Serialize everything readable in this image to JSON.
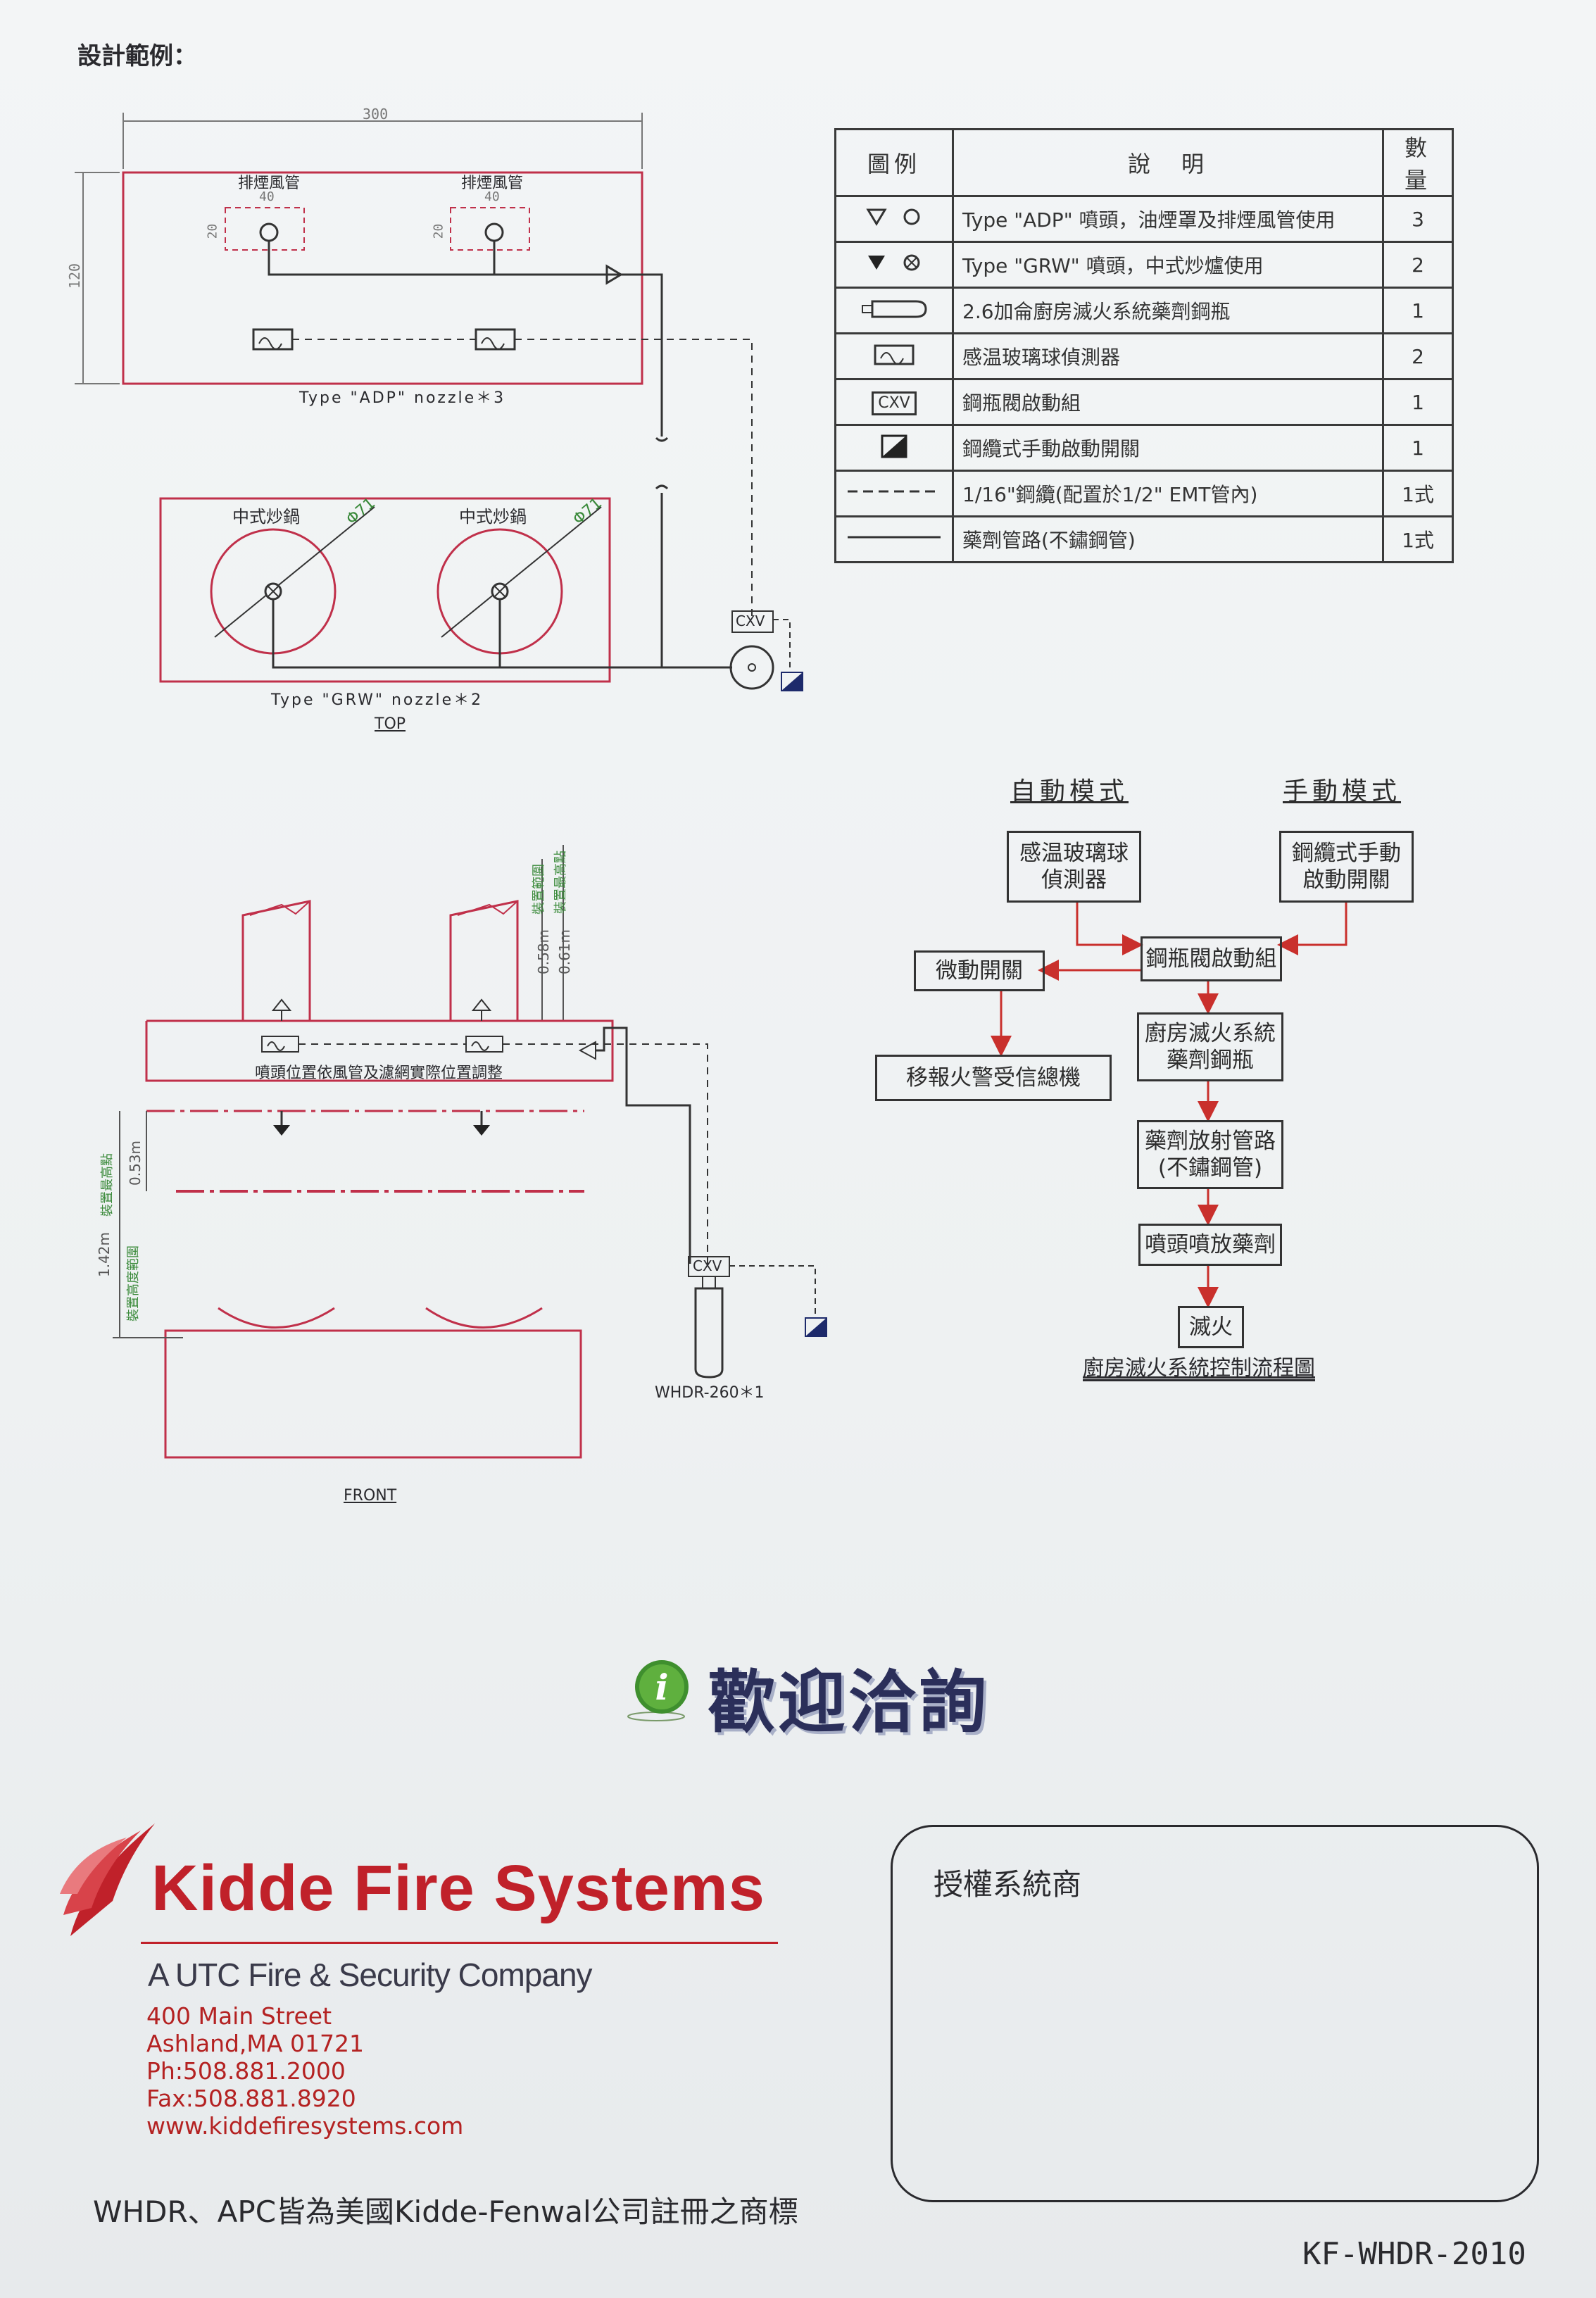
{
  "page": {
    "heading": "設計範例：",
    "doc_code": "KF-WHDR-2010"
  },
  "top_view": {
    "dim_width": "300",
    "dim_height": "120",
    "hood1_label": "排煙風管",
    "hood2_label": "排煙風管",
    "duct_w1": "40",
    "duct_w2": "40",
    "duct_h1": "20",
    "duct_h2": "20",
    "adp_caption": "Type \"ADP\" nozzle＊3",
    "wok1_label": "中式炒鍋",
    "wok2_label": "中式炒鍋",
    "wok1_dia": "Φ71",
    "wok2_dia": "Φ71",
    "grw_caption": "Type \"GRW\" nozzle＊2",
    "cxv_label": "CXV",
    "view_label": "TOP"
  },
  "legend": {
    "headers": {
      "symbol": "圖例",
      "desc": "說　明",
      "qty": "數量"
    },
    "rows": [
      {
        "symbol": "open-triangle-circle-icon",
        "desc": "Type \"ADP\" 噴頭，油煙罩及排煙風管使用",
        "qty": "3"
      },
      {
        "symbol": "filled-triangle-cross-circle-icon",
        "desc": "Type \"GRW\" 噴頭，中式炒爐使用",
        "qty": "2"
      },
      {
        "symbol": "cylinder-icon",
        "desc": "2.6加侖廚房滅火系統藥劑鋼瓶",
        "qty": "1"
      },
      {
        "symbol": "detector-icon",
        "desc": "感温玻璃球偵測器",
        "qty": "2"
      },
      {
        "symbol": "cxv-icon",
        "desc": "鋼瓶閥啟動組",
        "qty": "1",
        "symbol_text": "CXV"
      },
      {
        "symbol": "manual-pull-icon",
        "desc": "鋼纜式手動啟動開關",
        "qty": "1"
      },
      {
        "symbol": "dashed-line-icon",
        "desc": "1/16\"鋼纜(配置於1/2\" EMT管內)",
        "qty": "1式"
      },
      {
        "symbol": "solid-line-icon",
        "desc": "藥劑管路(不鏽鋼管)",
        "qty": "1式"
      }
    ]
  },
  "front_view": {
    "note": "噴頭位置依風管及濾網實際位置調整",
    "h1": "0.58m",
    "h2": "0.61m",
    "h1_label": "裝置範圍",
    "h2_label": "裝置最高點",
    "range_top": "0.53m",
    "range_total": "1.42m",
    "range_label_a": "裝置最高點",
    "range_label_b": "裝置高度範圍",
    "cxv_label": "CXV",
    "cylinder_label": "WHDR-260＊1",
    "view_label": "FRONT"
  },
  "flow": {
    "auto_title": "自動模式",
    "manual_title": "手動模式",
    "detector": "感温玻璃球\n偵測器",
    "manual_switch": "鋼纜式手動\n啟動開關",
    "cxv": "鋼瓶閥啟動組",
    "micro_switch": "微動開關",
    "alarm": "移報火警受信總機",
    "cylinder": "廚房滅火系統\n藥劑鋼瓶",
    "piping": "藥劑放射管路\n(不鏽鋼管)",
    "discharge": "噴頭噴放藥劑",
    "extinguish": "滅火",
    "caption": "廚房滅火系統控制流程圖"
  },
  "welcome": "歡迎洽詢",
  "company": {
    "name": "Kidde Fire Systems",
    "tagline": "A UTC Fire & Security Company",
    "address1": "400 Main Street",
    "address2": "Ashland,MA 01721",
    "phone": "Ph:508.881.2000",
    "fax": "Fax:508.881.8920",
    "web": "www.kiddefiresystems.com"
  },
  "dealer_box_title": "授權系統商",
  "trademark": "WHDR、APC皆為美國Kidde-Fenwal公司註冊之商標",
  "colors": {
    "red_line": "#c0304a",
    "dark_line": "#333333",
    "brand_red": "#c0212a",
    "flow_red": "#c9302c",
    "green_label": "#3a8a3a"
  }
}
